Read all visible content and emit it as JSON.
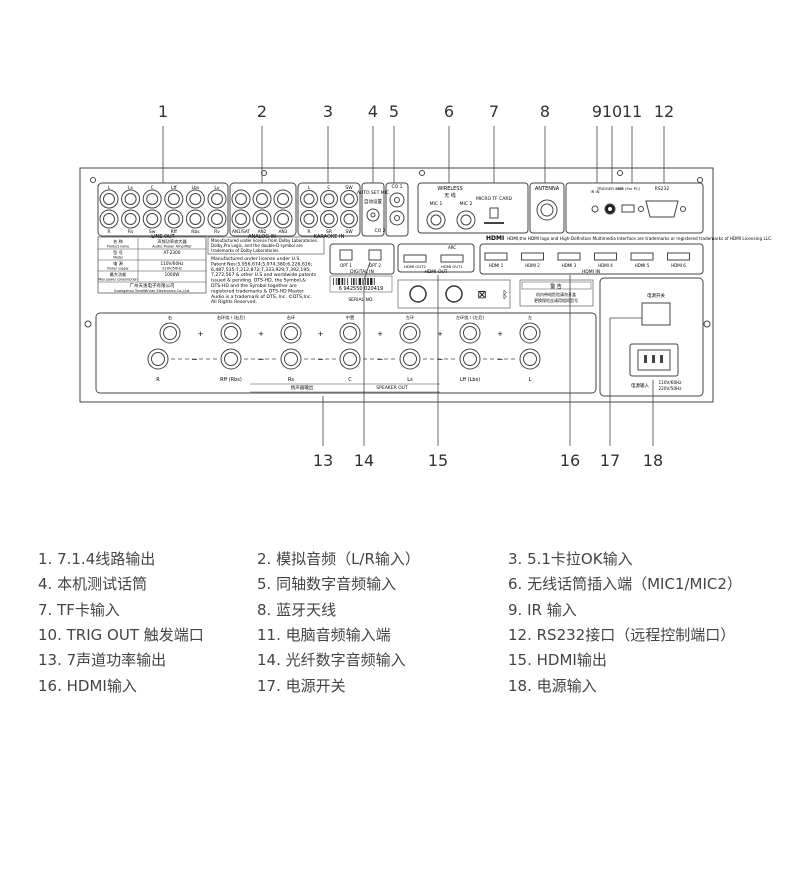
{
  "callouts": [
    "1",
    "2",
    "3",
    "4",
    "5",
    "6",
    "7",
    "8",
    "9",
    "10",
    "11",
    "12",
    "13",
    "14",
    "15",
    "16",
    "17",
    "18"
  ],
  "panel": {
    "line_out": {
      "title": "LINE OUT",
      "top": [
        "L",
        "Ls",
        "C",
        "Lff",
        "Lbs",
        "Lv"
      ],
      "bottom": [
        "R",
        "Rs",
        "Sw",
        "Rff",
        "Rbs",
        "Rv"
      ]
    },
    "analog_in": {
      "title": "ANALOG IN",
      "labels": [
        "AN1/SAT",
        "AN2",
        "AN3"
      ]
    },
    "karaoke_in": {
      "title": "KARAOKE IN",
      "top": [
        "L",
        "C",
        "SW"
      ],
      "bottom": [
        "R",
        "SR",
        "SW"
      ]
    },
    "auto_set_mic": {
      "title": "AUTO SET MIC",
      "sub": "自动设置"
    },
    "coax": {
      "c1": "CO 1",
      "c2": "CO 2"
    },
    "wireless": {
      "title": "WIRELESS",
      "sub": "无 线",
      "mic1": "MIC 1",
      "mic2": "MIC 2"
    },
    "micro_tf": "MICRO TF CARD",
    "antenna": "ANTENNA",
    "ir_in": "IR IN",
    "trigger": "TRIGGER OUT",
    "usb": "USB (For PC)",
    "rs232": "RS232",
    "hdmi_text": "HDMI,the HDMI logo and High-Definition Multimedia Interface are trademarks or registered trademarks of HDMI Licensing LLC.",
    "hdmi_logo": "HDMI",
    "hdmi_out": {
      "title": "HDMI OUT",
      "arc": "ARC",
      "ports": [
        "HDMI OUT2",
        "HDMI OUT1"
      ]
    },
    "hdmi_in": {
      "title": "HDMI IN",
      "ports": [
        "HDMI 1",
        "HDMI 2",
        "HDMI 3",
        "HDMI 4",
        "HDMI 5",
        "HDMI 6"
      ]
    },
    "digital_in": {
      "title": "DIGITAL IN",
      "ports": [
        "OPT 1",
        "OPT 2"
      ]
    },
    "serial": "SERIAL NO.",
    "barcode_text": "6 942550 020419",
    "nameplate": {
      "rows": [
        [
          "名 称",
          "Product name",
          "声频功率放大器",
          "Audio Power Amplifier"
        ],
        [
          "型 号",
          "Model",
          "AT-2300",
          ""
        ],
        [
          "电 源",
          "Power supply",
          "110V/60Hz",
          "220V/50Hz"
        ],
        [
          "最大功耗",
          "Max power consumption",
          "1000W",
          ""
        ]
      ],
      "maker_cn": "广州天逸电子有限公司",
      "maker_en": "Guangzhou ToneWinner Electronics Co.,Ltd."
    },
    "dolby_text": [
      "Manufactured under license from Dolby Laboratories.",
      "Dolby,Pro Logic, and the double-D symbol are",
      "trademarks of Dolby Laboratories."
    ],
    "dts_text": [
      "Manufactured under license under U.S.",
      "Patent Nos:5,956,674;5,974,380;6,226,616;",
      "6,487,535;7,212,872;7,333,929;7,392,195;",
      "7,272,567 & other U.S and worldwide patents",
      "issued & pending. DTS-HD, the Symbol,&",
      "DTS-HD and the Symbol together are",
      "registered trademarks & DTS-HD Master",
      "Audio is a trademark of DTS, Inc. ©DTS,Inc.",
      "All Rights Reserved."
    ],
    "warning": {
      "title": "警 告",
      "lines": [
        "机内带电危险请勿开盖",
        "更换保险丝请用相同型号"
      ]
    },
    "power_switch": "电源开关",
    "power_input": {
      "label": "电源输入",
      "v1": "110V/60Hz",
      "v2": "220V/50Hz"
    },
    "speakers": {
      "top_cn": [
        "右",
        "右环绕 / (右后)",
        "右环",
        "中置",
        "左环",
        "左环绕 / (左后)",
        "左"
      ],
      "bottom": [
        "R",
        "Rff (Rbs)",
        "Rs",
        "C",
        "Ls",
        "Lff (Lbs)",
        "L"
      ],
      "footer_cn": "扬声器输出",
      "footer_en": "SPEAKER OUT"
    }
  },
  "legend": [
    "1. 7.1.4线路输出",
    "2. 模拟音频（L/R输入）",
    "3. 5.1卡拉OK输入",
    "4. 本机测试话筒",
    "5. 同轴数字音频输入",
    "6. 无线话筒插入端（MIC1/MIC2）",
    "7. TF卡输入",
    "8. 蓝牙天线",
    "9.  IR 输入",
    "10. TRIG OUT 触发端口",
    "11. 电脑音频输入端",
    "12. RS232接口（远程控制端口）",
    "13. 7声道功率输出",
    "14. 光纤数字音频输入",
    "15. HDMI输出",
    "16. HDMI输入",
    "17. 电源开关",
    "18. 电源输入"
  ],
  "colors": {
    "line": "#444",
    "text": "#333",
    "panel_fill": "#fff"
  }
}
